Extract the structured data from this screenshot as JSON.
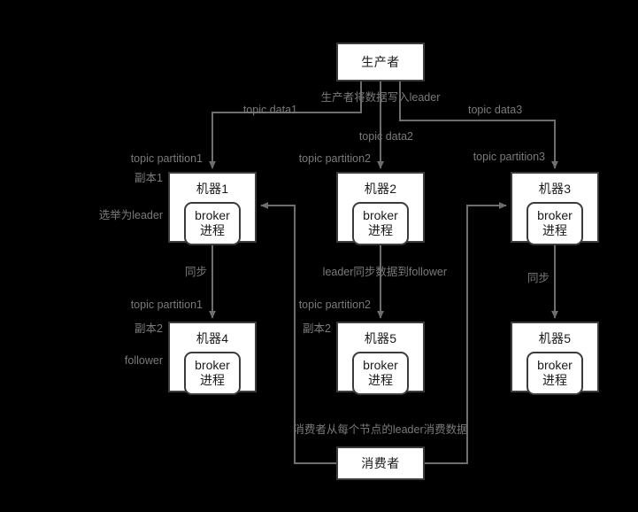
{
  "diagram": {
    "title_node": {
      "label": "生产者"
    },
    "consumer_node": {
      "label": "消费者"
    },
    "brokers": [
      {
        "id": "machine1",
        "title": "机器1",
        "line1": "broker",
        "line2": "进程"
      },
      {
        "id": "machine2",
        "title": "机器2",
        "line1": "broker",
        "line2": "进程"
      },
      {
        "id": "machine3",
        "title": "机器3",
        "line1": "broker",
        "line2": "进程"
      },
      {
        "id": "machine4",
        "title": "机器4",
        "line1": "broker",
        "line2": "进程"
      },
      {
        "id": "machine5a",
        "title": "机器5",
        "line1": "broker",
        "line2": "进程"
      },
      {
        "id": "machine5b",
        "title": "机器5",
        "line1": "broker",
        "line2": "进程"
      }
    ],
    "edge_labels": {
      "producer_writes_leader": "生产者将数据写入leader",
      "topic_data1": "topic data1",
      "topic_data2": "topic data2",
      "topic_data3": "topic data3",
      "topic_partition1_top": "topic partition1",
      "topic_partition2_top": "topic partition2",
      "topic_partition3_top": "topic partition3",
      "replica1": "副本1",
      "elected_leader": "选举为leader",
      "sync_left": "同步",
      "sync_right": "同步",
      "leader_sync_follower": "leader同步数据到follower",
      "topic_partition1_bottom": "topic partition1",
      "topic_partition2_bottom": "topic partition2",
      "replica2_left": "副本2",
      "replica2_mid": "副本2",
      "follower": "follower",
      "consumer_reads_leader": "消费者从每个节点的leader消费数据"
    },
    "colors": {
      "background": "#000000",
      "node_fill": "#ffffff",
      "node_stroke": "#3b3b3b",
      "wire": "#6e6e6e",
      "label_text": "#7a7a7a",
      "node_text": "#1a1a1a"
    }
  }
}
